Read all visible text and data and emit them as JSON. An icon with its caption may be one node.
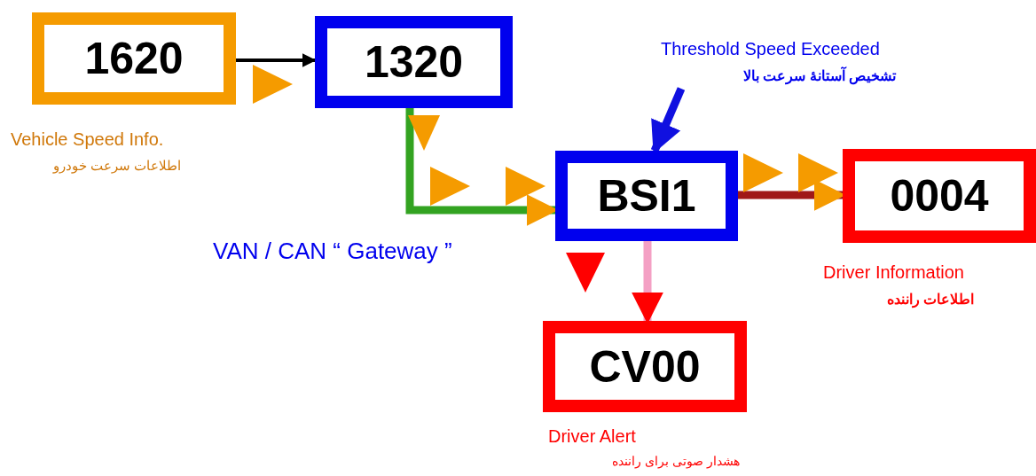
{
  "diagram": {
    "nodes": [
      {
        "text": [
          "1620"
        ],
        "beside": [
          "Vehicle Speed Info.",
          "اطلاعات سرعت خودرو"
        ]
      },
      {
        "text": [
          "1320"
        ]
      },
      {
        "text": [
          "BSI1"
        ],
        "beside": [
          "Threshold Speed Exceeded",
          "تشخیص آستانهٔ سرعت بالا"
        ]
      },
      {
        "text": [
          "0004"
        ],
        "beside": [
          "Driver Information",
          "اطلاعات راننده"
        ]
      },
      {
        "text": [
          "CV00"
        ],
        "beside": [
          "Driver Alert",
          "هشدار صوتی برای راننده"
        ]
      }
    ],
    "edges": [
      {
        "from": 0,
        "to": 1,
        "arrow": "to",
        "color": "#000000"
      },
      {
        "from": 1,
        "to": 2,
        "arrow": "to",
        "color": "#33a321"
      },
      {
        "from": 2,
        "to": 3,
        "arrow": "to",
        "color": "#a01818"
      },
      {
        "from": 2,
        "to": 4,
        "arrow": "to",
        "color": "#f4a0c4"
      },
      {
        "from": null,
        "to": 2,
        "arrow": "to",
        "color": "#1010e0"
      }
    ],
    "labels": [
      "VAN / CAN “ Gateway ”"
    ]
  }
}
